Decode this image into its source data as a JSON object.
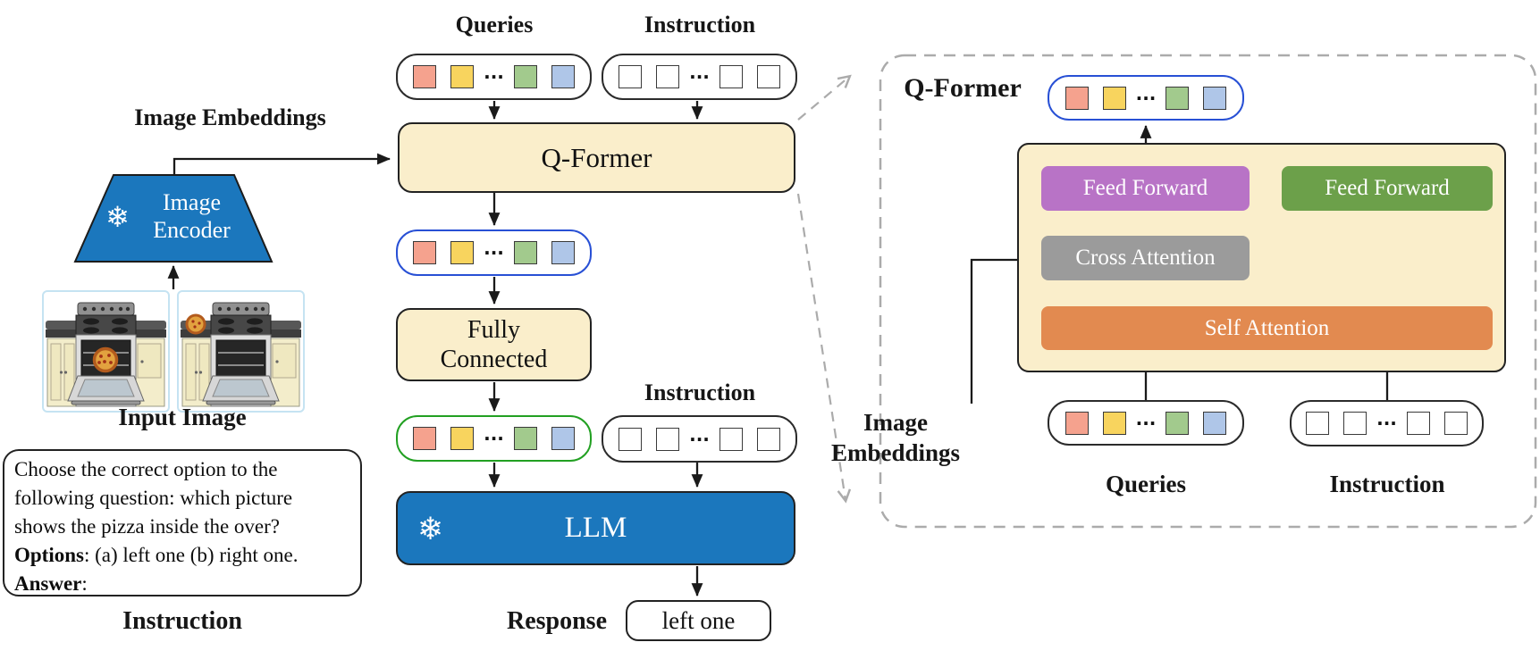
{
  "ellipsis": "···",
  "snowflake": "❄",
  "colors": {
    "cream": "#FAEECB",
    "frozen_blue": "#1B77BD",
    "token_colors": [
      "#F5A28E",
      "#F8D45E",
      "#A2CA8D",
      "#AFC6E8"
    ],
    "query_border_blue": "#2850D5",
    "query_border_green": "#22A022",
    "ff_purple": "#B873C6",
    "ff_green": "#6CA04A",
    "cross_gray": "#9B9B9B",
    "self_orange": "#E28A50",
    "dash_gray": "#ABABAB"
  },
  "left": {
    "image_embeddings_label": "Image Embeddings",
    "encoder_line1": "Image",
    "encoder_line2": "Encoder",
    "input_image_label": "Input Image",
    "instruction_text": {
      "line1": "Choose the correct option to the",
      "line2": "following question: which picture",
      "line3": "shows the pizza inside the over?",
      "options_label": "Options",
      "options_text": ": (a) left one (b) right one.",
      "answer_label": "Answer",
      "answer_text": ":"
    },
    "instruction_caption": "Instruction"
  },
  "middle": {
    "queries_label": "Queries",
    "instruction_label_top": "Instruction",
    "qformer_label": "Q-Former",
    "fully_connected_line1": "Fully",
    "fully_connected_line2": "Connected",
    "instruction_label_mid": "Instruction",
    "llm_label": "LLM",
    "response_label": "Response",
    "response_value": "left one"
  },
  "right_panel": {
    "title": "Q-Former",
    "feed_forward_left": "Feed Forward",
    "feed_forward_right": "Feed Forward",
    "cross_attention": "Cross Attention",
    "self_attention": "Self Attention",
    "image_embeddings_line1": "Image",
    "image_embeddings_line2": "Embeddings",
    "queries_label": "Queries",
    "instruction_label": "Instruction"
  }
}
